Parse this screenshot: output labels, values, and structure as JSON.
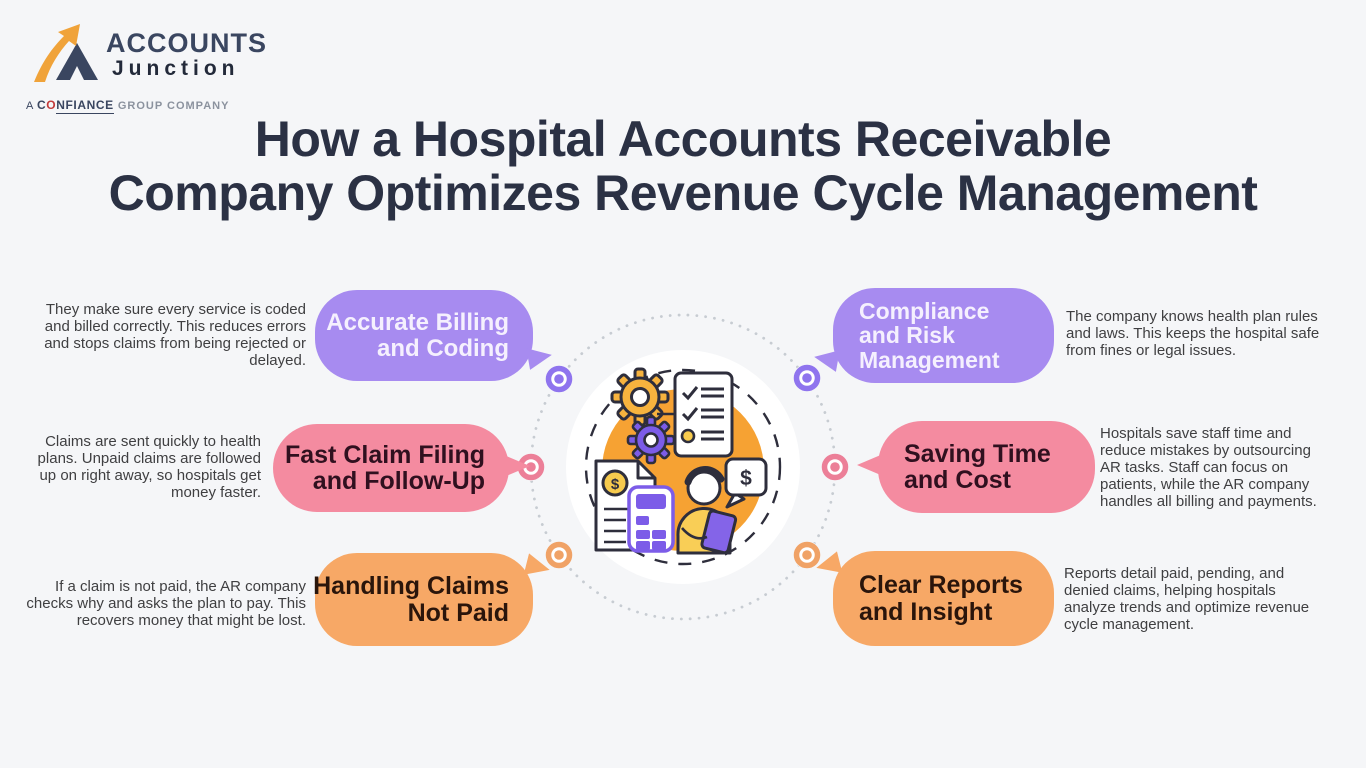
{
  "title": {
    "line1": "How a Hospital Accounts Receivable",
    "line2": "Company Optimizes Revenue Cycle Management"
  },
  "logo": {
    "brand_top": "ACCOUNTS",
    "brand_bottom": "Junction",
    "tagline_prefix": "A ",
    "tagline_c": "C",
    "tagline_o": "O",
    "tagline_rest": "NFIANCE",
    "tagline_suffix": " GROUP COMPANY"
  },
  "colors": {
    "background": "#f5f6f8",
    "title_text": "#2b3144",
    "body_text": "#3f3f41",
    "bubble_purple": "#a78bf0",
    "bubble_pink": "#f48ba0",
    "bubble_orange": "#f7a866",
    "ring_purple": "#8f74ee",
    "ring_pink": "#ec7f98",
    "ring_orange": "#f0a266",
    "center_blob_orange": "#f6a233",
    "illustration_outline": "#2e2e3c",
    "illustration_yellow": "#f7cb4e",
    "illustration_purple": "#7c5ce8"
  },
  "items": [
    {
      "id": "accurate-billing-and-coding",
      "label": "Accurate Billing\nand Coding",
      "description": "They make sure every service is coded\nand billed correctly. This reduces errors\nand stops claims from being rejected or\ndelayed.",
      "color": "purple",
      "side": "left"
    },
    {
      "id": "fast-claim-filing-and-follow-up",
      "label": "Fast Claim Filing\nand Follow-Up",
      "description": "Claims are sent quickly to health\nplans. Unpaid claims are followed\nup on right away, so hospitals get\nmoney faster.",
      "color": "pink",
      "side": "left"
    },
    {
      "id": "handling-claims-not-paid",
      "label": "Handling Claims\nNot Paid",
      "description": "If a claim is not paid, the AR company\nchecks why and asks the plan to pay. This\nrecovers money that might be lost.",
      "color": "orange",
      "side": "left"
    },
    {
      "id": "compliance-and-risk-management",
      "label": "Compliance\nand Risk\nManagement",
      "description": "The company knows health plan rules\nand laws. This keeps the hospital safe\nfrom fines or legal issues.",
      "color": "purple",
      "side": "right"
    },
    {
      "id": "saving-time-and-cost",
      "label": "Saving Time\nand Cost",
      "description": "Hospitals save staff time and\nreduce mistakes by outsourcing\nAR tasks. Staff can focus on\npatients, while the AR company\nhandles all billing and payments.",
      "color": "pink",
      "side": "right"
    },
    {
      "id": "clear-reports-and-insight",
      "label": "Clear Reports\nand Insight",
      "description": "Reports detail paid, pending, and\ndenied claims, helping hospitals\nanalyze trends and optimize revenue\ncycle management.",
      "color": "orange",
      "side": "right"
    }
  ],
  "center": {
    "icons": [
      "gears-icon",
      "checklist-icon",
      "invoice-document-icon",
      "calculator-icon",
      "accountant-person-icon",
      "dollar-speech-bubble-icon"
    ],
    "dollar_sign": "$"
  }
}
